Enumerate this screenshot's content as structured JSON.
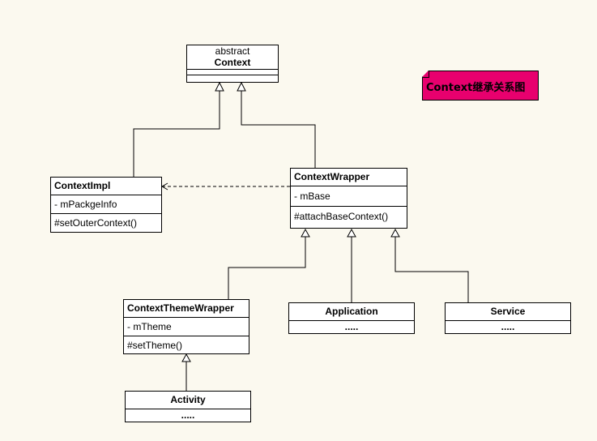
{
  "note": {
    "text": "Context继承关系图",
    "color": "#e8006e"
  },
  "classes": {
    "context": {
      "stereotype": "abstract",
      "name": "Context"
    },
    "context_impl": {
      "name": "ContextImpl",
      "attribute": "- mPackgeInfo",
      "operation": "#setOuterContext()"
    },
    "context_wrapper": {
      "name": "ContextWrapper",
      "attribute": "- mBase",
      "operation": "#attachBaseContext()"
    },
    "context_theme_wrapper": {
      "name": "ContextThemeWrapper",
      "attribute": "- mTheme",
      "operation": "#setTheme()"
    },
    "application": {
      "name": "Application",
      "ellipsis": "....."
    },
    "service": {
      "name": "Service",
      "ellipsis": "....."
    },
    "activity": {
      "name": "Activity",
      "ellipsis": "....."
    }
  }
}
